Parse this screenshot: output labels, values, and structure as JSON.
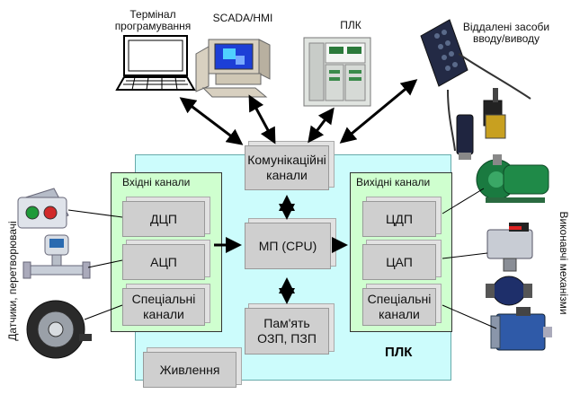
{
  "top_devices": {
    "terminal": "Термінал програмування",
    "scada": "SCADA/HMI",
    "plc_device": "ПЛК",
    "remote_io": "Віддалені засоби вводу/виводу"
  },
  "side_labels": {
    "left": "Датчики, перетворювачі",
    "right": "Виконавчі механізми"
  },
  "plc": {
    "label": "ПЛК",
    "comm_block": "Комунікаційні канали",
    "cpu_block": "МП (CPU)",
    "memory_block": "Пам'ять ОЗП, ПЗП",
    "power_block": "Живлення",
    "input_panel": {
      "title": "Вхідні канали",
      "blocks": [
        "ДЦП",
        "АЦП",
        "Спеціальні канали"
      ]
    },
    "output_panel": {
      "title": "Вихідні канали",
      "blocks": [
        "ЦДП",
        "ЦАП",
        "Спеціальні канали"
      ]
    }
  },
  "colors": {
    "plc_background": "#ccfcfc",
    "panel_background": "#cfffcf",
    "block_fill": "#cfcfcf"
  }
}
